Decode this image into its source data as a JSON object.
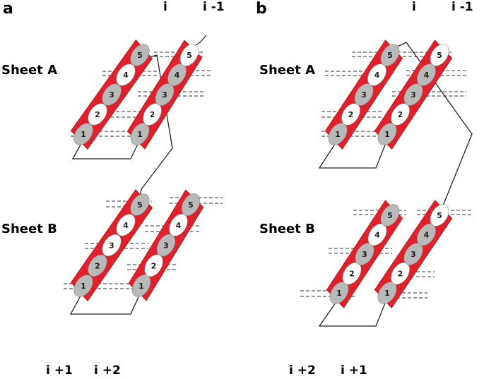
{
  "panels": [
    {
      "letter": "a",
      "sheet_a": "Sheet A",
      "sheet_b": "Sheet B",
      "top_labels": [
        "i",
        "i -1"
      ],
      "bottom_labels": [
        "i +1",
        "i +2"
      ],
      "strands": [
        {
          "residues": [
            "1",
            "2",
            "3",
            "4",
            "5"
          ],
          "shaded": [
            1,
            0,
            1,
            0,
            1
          ]
        },
        {
          "residues": [
            "1",
            "2",
            "3",
            "4",
            "5"
          ],
          "shaded": [
            1,
            0,
            1,
            1,
            0
          ]
        },
        {
          "residues": [
            "1",
            "2",
            "3",
            "4",
            "5"
          ],
          "shaded": [
            1,
            1,
            0,
            0,
            1
          ]
        },
        {
          "residues": [
            "1",
            "2",
            "3",
            "4",
            "5"
          ],
          "shaded": [
            1,
            0,
            1,
            0,
            1
          ]
        }
      ]
    },
    {
      "letter": "b",
      "sheet_a": "Sheet A",
      "sheet_b": "Sheet B",
      "top_labels": [
        "i",
        "i -1"
      ],
      "bottom_labels": [
        "i +2",
        "i +1"
      ],
      "strands": [
        {
          "residues": [
            "1",
            "2",
            "3",
            "4",
            "5"
          ],
          "shaded": [
            1,
            0,
            1,
            0,
            1
          ]
        },
        {
          "residues": [
            "1",
            "2",
            "3",
            "4",
            "5"
          ],
          "shaded": [
            1,
            0,
            1,
            1,
            0
          ]
        },
        {
          "residues": [
            "1",
            "2",
            "3",
            "4",
            "5"
          ],
          "shaded": [
            1,
            0,
            1,
            0,
            1
          ]
        },
        {
          "residues": [
            "1",
            "2",
            "3",
            "4",
            "5"
          ],
          "shaded": [
            1,
            0,
            1,
            1,
            0
          ]
        }
      ]
    }
  ],
  "colors": {
    "strand": "#e0202a",
    "shaded": "#b9b9b9",
    "unshaded": "#ffffff",
    "line": "#222222",
    "hbond": "#333333"
  }
}
